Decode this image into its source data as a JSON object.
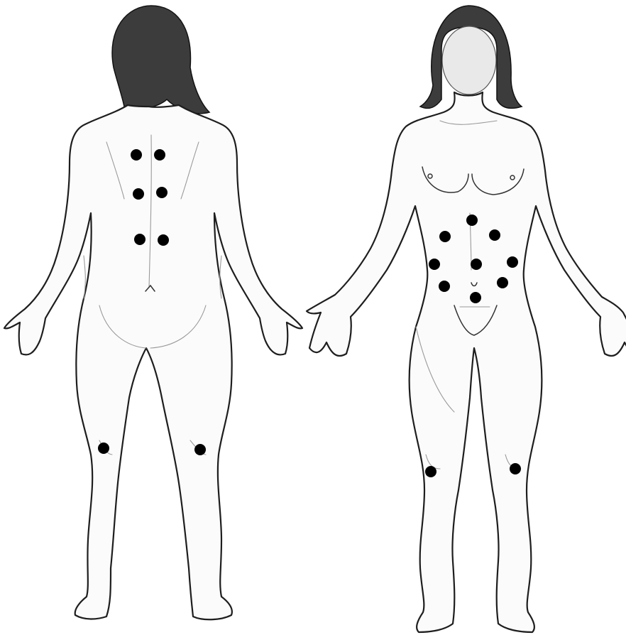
{
  "figures": [
    {
      "id": "back-view",
      "view": "posterior"
    },
    {
      "id": "front-view",
      "view": "anterior"
    }
  ],
  "marker_color": "#000000",
  "line_color": "#1e1e1e",
  "background_color": "#ffffff",
  "marker_counts": {
    "back": 8,
    "front": 11,
    "total": 19
  }
}
